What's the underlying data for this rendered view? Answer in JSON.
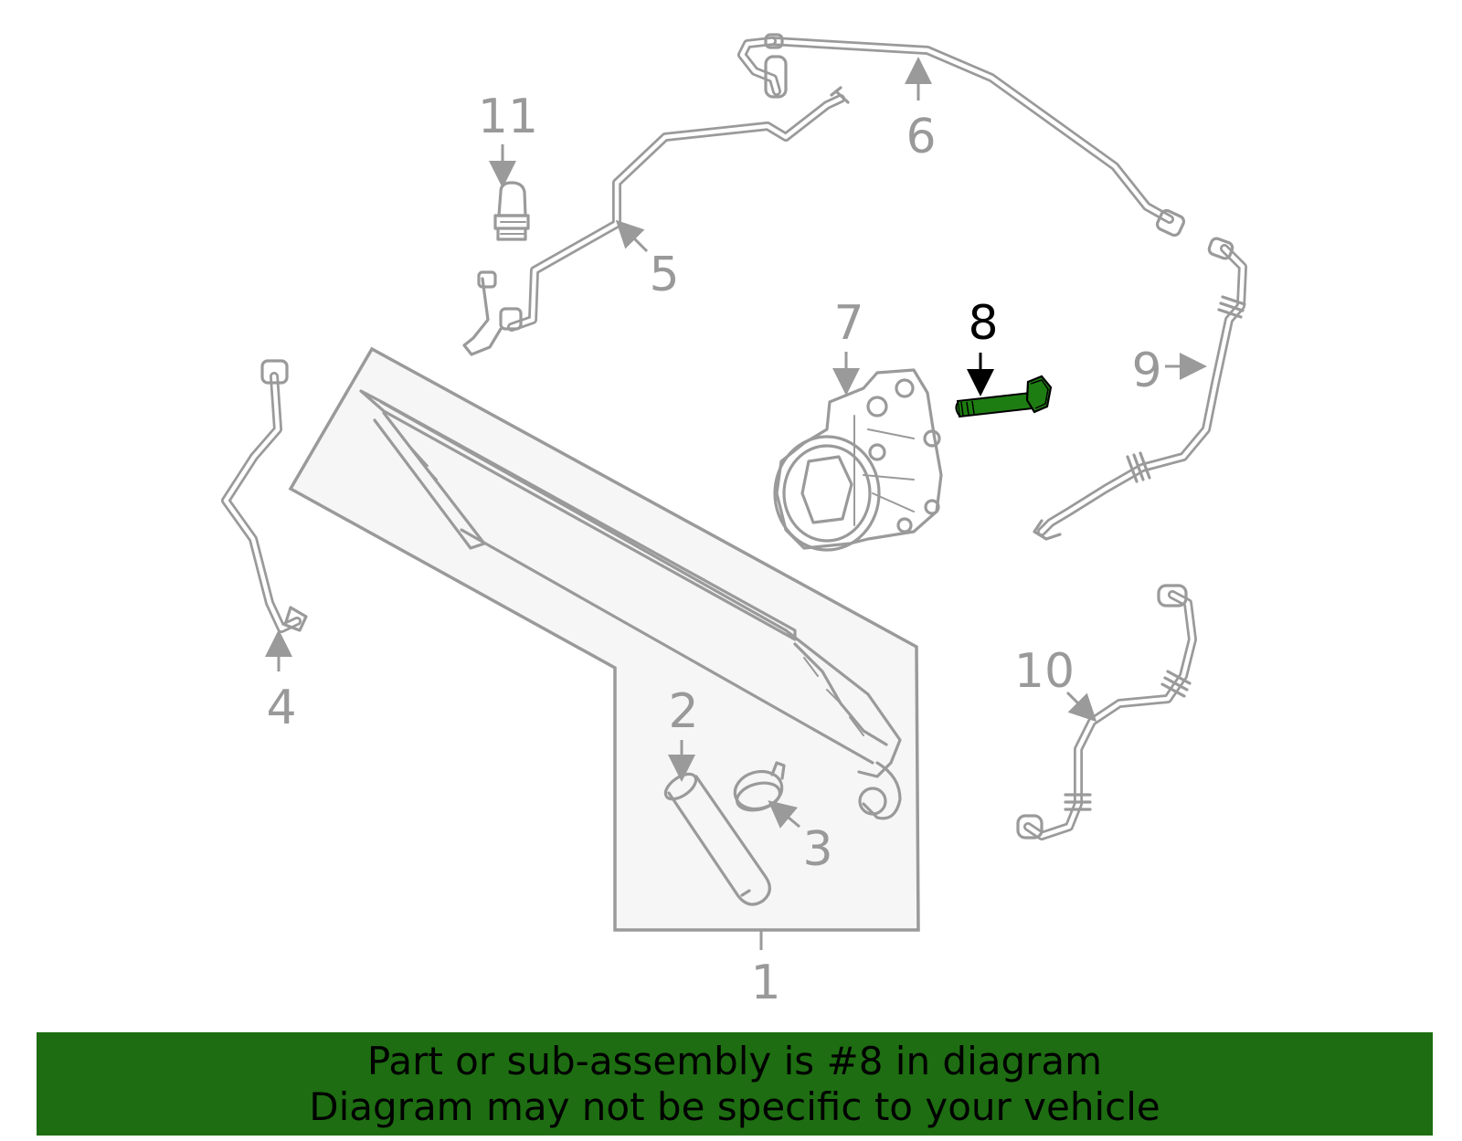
{
  "diagram": {
    "highlight_color": "#1e7d12",
    "line_color": "#9a9a9a",
    "callouts": [
      {
        "id": "1",
        "label": "1"
      },
      {
        "id": "2",
        "label": "2"
      },
      {
        "id": "3",
        "label": "3"
      },
      {
        "id": "4",
        "label": "4"
      },
      {
        "id": "5",
        "label": "5"
      },
      {
        "id": "6",
        "label": "6"
      },
      {
        "id": "7",
        "label": "7"
      },
      {
        "id": "8",
        "label": "8",
        "highlighted": true
      },
      {
        "id": "9",
        "label": "9"
      },
      {
        "id": "10",
        "label": "10"
      },
      {
        "id": "11",
        "label": "11"
      }
    ]
  },
  "banner": {
    "background": "#1e6d12",
    "line1": "Part or sub-assembly is #8 in diagram",
    "line2": "Diagram may not be specific to your vehicle"
  }
}
